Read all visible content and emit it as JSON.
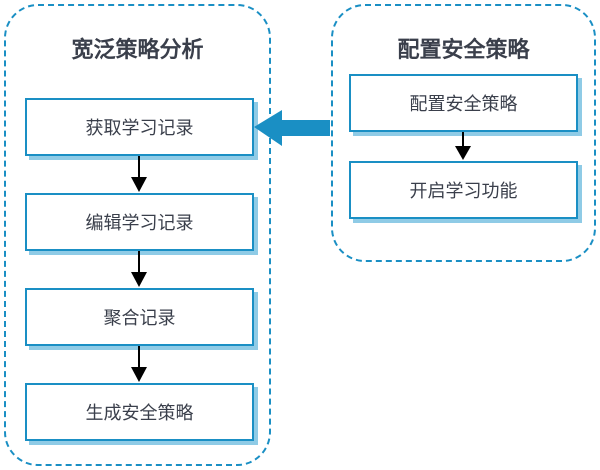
{
  "left_group": {
    "title": "宽泛策略分析",
    "steps": [
      {
        "label": "获取学习记录"
      },
      {
        "label": "编辑学习记录"
      },
      {
        "label": "聚合记录"
      },
      {
        "label": "生成安全策略"
      }
    ]
  },
  "right_group": {
    "title": "配置安全策略",
    "steps": [
      {
        "label": "配置安全策略"
      },
      {
        "label": "开启学习功能"
      }
    ]
  },
  "colors": {
    "border": "#1a8fc4",
    "shadow": "#8fcbe6",
    "connector_arrow": "#1a8fc4",
    "flow_arrow": "#000000",
    "text": "#3a3f4b"
  }
}
